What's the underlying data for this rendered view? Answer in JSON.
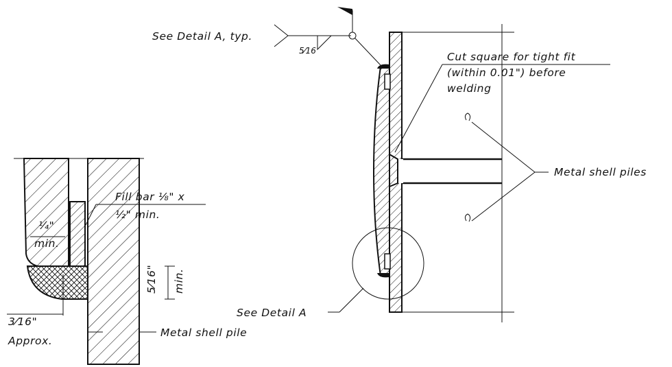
{
  "labels": {
    "see_detail_a_typ": "See Detail A, typ.",
    "weld_size": "5⁄16",
    "cut_square_1": "Cut square for tight fit",
    "cut_square_2": "(within 0.01\") before",
    "cut_square_3": "welding",
    "metal_shell_piles": "Metal shell piles",
    "see_detail_a": "See Detail A",
    "fill_bar_1": "Fill bar ⅛\" x",
    "fill_bar_2": "½\" min.",
    "quarter_in": "¼\"",
    "min": "min.",
    "five_sixteenths": "5⁄16\"",
    "min_vertical": "min.",
    "three_sixteenths": "3⁄16\"",
    "approx": "Approx.",
    "metal_shell_pile": "Metal shell pile"
  },
  "colors": {
    "line": "#111111",
    "background": "#ffffff"
  }
}
